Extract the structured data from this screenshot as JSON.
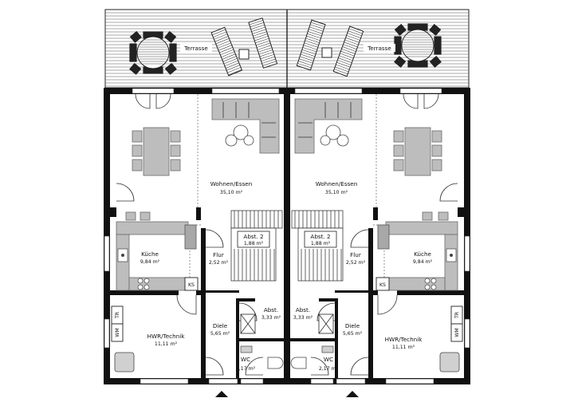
{
  "rooms": {
    "terrace": "Terrasse",
    "living": {
      "name": "Wohnen/Essen",
      "area": "35,10 m²"
    },
    "storage2": {
      "name": "Abst. 2",
      "area": "1,88 m²"
    },
    "kitchen": {
      "name": "Küche",
      "area": "9,84 m²"
    },
    "hall": {
      "name": "Flur",
      "area": "2,52 m²"
    },
    "storage": {
      "name": "Abst.",
      "area": "3,33 m²"
    },
    "utility": {
      "name": "HWR/Technik",
      "area": "11,11 m²"
    },
    "entry": {
      "name": "Diele",
      "area": "5,65 m²"
    },
    "wc": {
      "name": "WC",
      "area": "2,17 m²"
    }
  },
  "appliances": {
    "fridge": "KS",
    "washer": "WM",
    "dryer": "TR"
  },
  "colors": {
    "wall": "#111111",
    "furniture": "#bdbdbd",
    "background": "#ffffff"
  }
}
